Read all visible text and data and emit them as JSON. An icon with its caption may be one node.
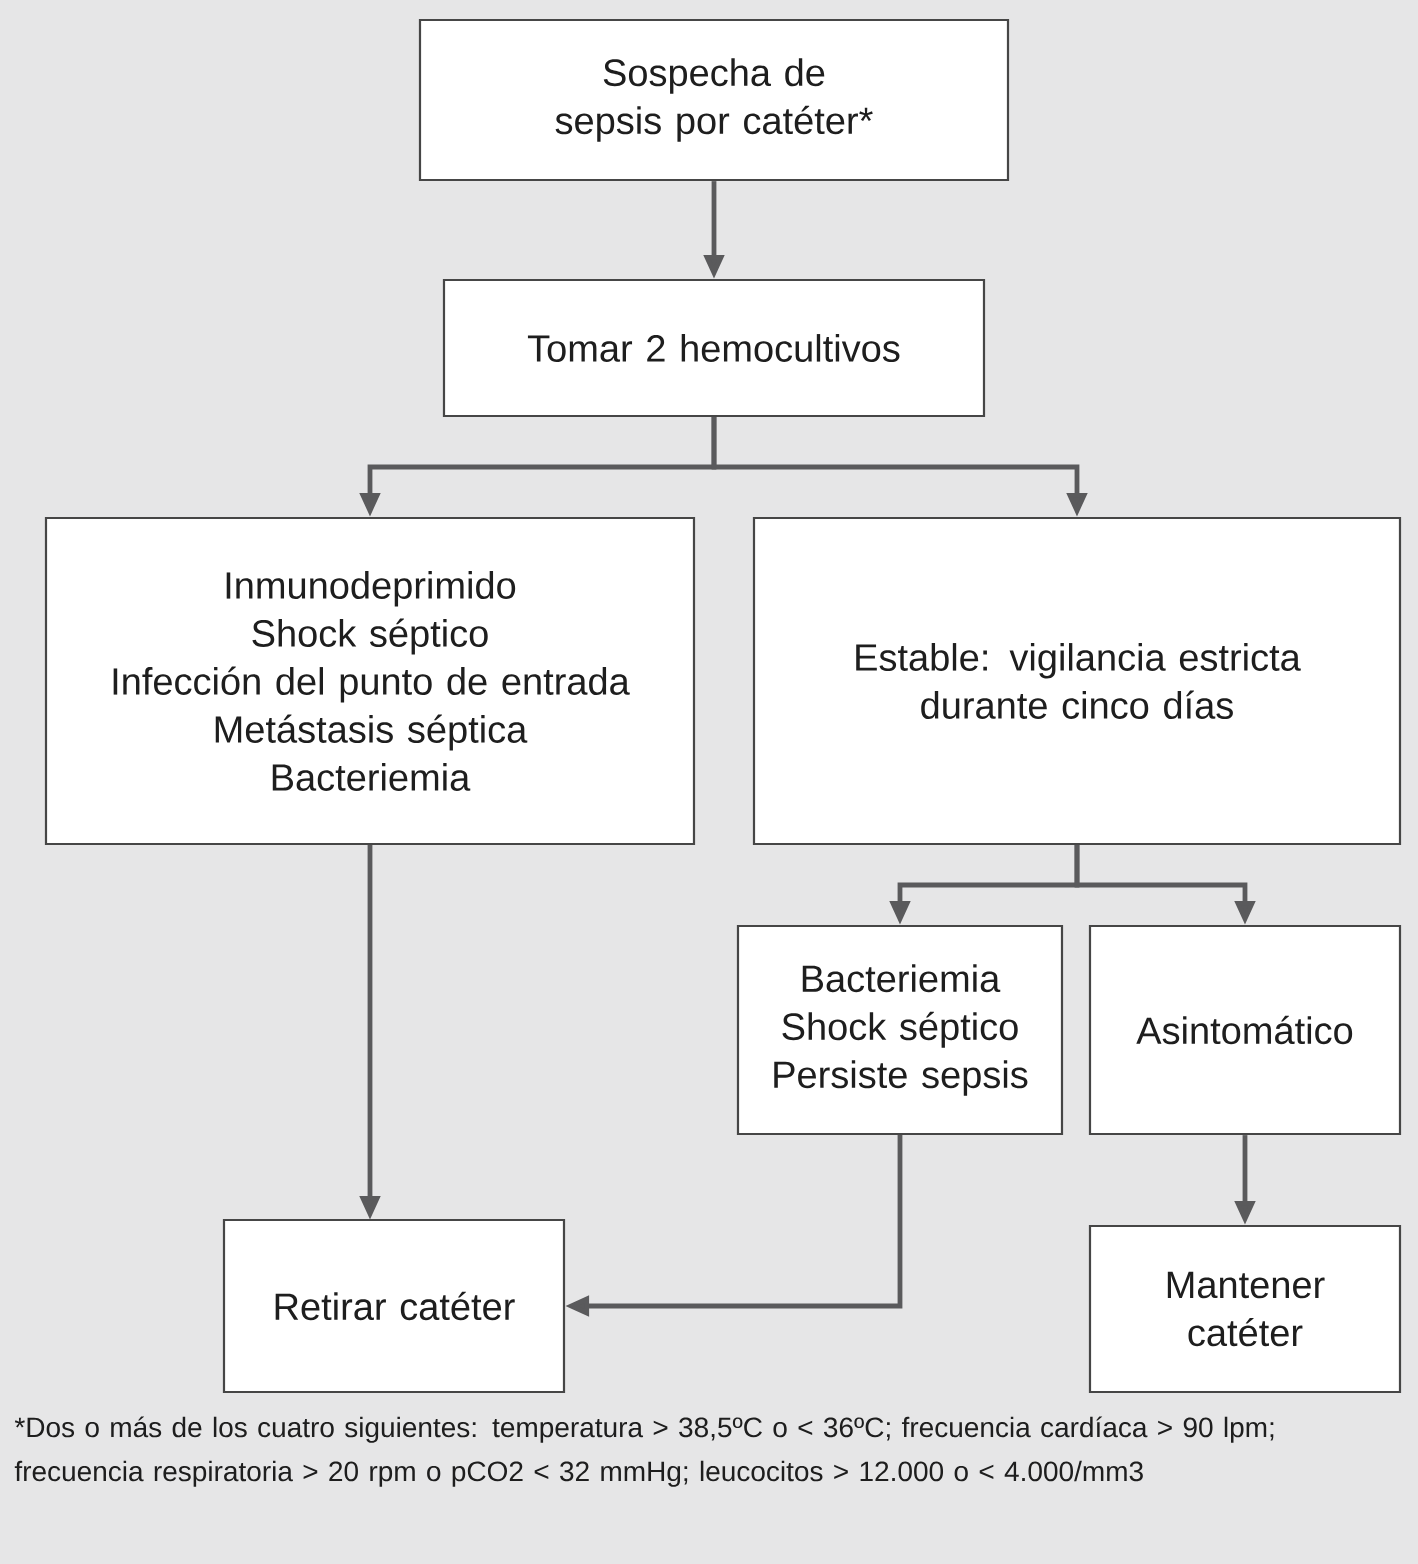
{
  "diagram": {
    "nodes": [
      {
        "text": [
          "Sospecha de sepsis por catéter*"
        ]
      },
      {
        "text": [
          "Tomar 2 hemocultivos"
        ]
      },
      {
        "text": [
          "Inmunodeprimido",
          "Shock séptico",
          "Infección del punto de entrada",
          "Metástasis séptica",
          "Bacteriemia"
        ]
      },
      {
        "text": [
          "Estable: vigilancia estricta durante cinco días"
        ]
      },
      {
        "text": [
          "Bacteriemia",
          "Shock séptico",
          "Persiste sepsis"
        ]
      },
      {
        "text": [
          "Asintomático"
        ]
      },
      {
        "text": [
          "Retirar catéter"
        ]
      },
      {
        "text": [
          "Mantener catéter"
        ]
      }
    ],
    "edges": [
      {
        "from": 0,
        "to": 1,
        "arrow": "to"
      },
      {
        "from": 1,
        "to": 2,
        "arrow": "to"
      },
      {
        "from": 1,
        "to": 3,
        "arrow": "to"
      },
      {
        "from": 3,
        "to": 4,
        "arrow": "to"
      },
      {
        "from": 3,
        "to": 5,
        "arrow": "to"
      },
      {
        "from": 2,
        "to": 6,
        "arrow": "to"
      },
      {
        "from": 4,
        "to": 6,
        "arrow": "to"
      },
      {
        "from": 5,
        "to": 7,
        "arrow": "to"
      }
    ],
    "labels": [
      "*Dos o más de los cuatro siguientes: temperatura > 38,5ºC o < 36ºC; frecuencia cardíaca > 90 lpm; frecuencia respiratoria > 20 rpm o pCO2 < 32 mmHg; leucocitos > 12.000 o < 4.000/mm3"
    ]
  }
}
